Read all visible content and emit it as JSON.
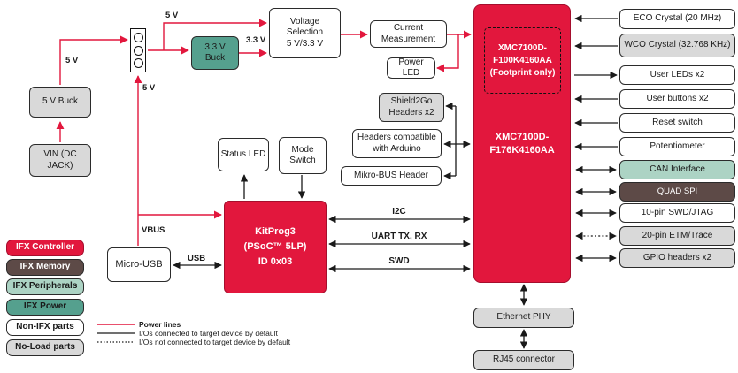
{
  "colors": {
    "red": "#E2173D",
    "red_dark": "#A50E2D",
    "maroon": "#5D4A47",
    "teal": "#55A08E",
    "teal_light": "#ACD3C4",
    "gray": "#D9D9D9",
    "wire_black": "#1a1a1a"
  },
  "blocks": {
    "vin": {
      "label": "VIN (DC JACK)"
    },
    "buck5": {
      "label": "5 V Buck"
    },
    "buck33": {
      "label": "3.3 V Buck"
    },
    "voltage_selection": {
      "line1": "Voltage Selection",
      "line2": "5 V/3.3 V"
    },
    "current_measurement": {
      "line1": "Current",
      "line2": "Measurement"
    },
    "power_led": {
      "label": "Power LED"
    },
    "status_led": {
      "label": "Status LED"
    },
    "mode_switch": {
      "line1": "Mode",
      "line2": "Switch"
    },
    "kitprog": {
      "line1": "KitProg3",
      "line2": "(PSoC™ 5LP)",
      "line3": "ID 0x03"
    },
    "micro_usb": {
      "label": "Micro-USB"
    },
    "shield2go": {
      "line1": "Shield2Go",
      "line2": "Headers x2"
    },
    "arduino_headers": {
      "line1": "Headers compatible",
      "line2": "with Arduino"
    },
    "mikrobus": {
      "label": "Mikro-BUS Header"
    },
    "mcu": {
      "footprint": {
        "line1": "XMC7100D-",
        "line2": "F100K4160AA",
        "line3": "(Footprint only)"
      },
      "main": {
        "line1": "XMC7100D-",
        "line2": "F176K4160AA"
      }
    },
    "ethernet_phy": {
      "label": "Ethernet PHY"
    },
    "rj45": {
      "label": "RJ45 connector"
    }
  },
  "right_column": {
    "items": [
      {
        "label": "ECO Crystal (20 MHz)",
        "fill": "white",
        "arrow": "to-mcu"
      },
      {
        "label": "WCO Crystal (32.768 KHz)",
        "fill": "gray",
        "arrow": "to-mcu"
      },
      {
        "label": "User LEDs x2",
        "fill": "white",
        "arrow": "to-box"
      },
      {
        "label": "User buttons x2",
        "fill": "white",
        "arrow": "to-mcu"
      },
      {
        "label": "Reset switch",
        "fill": "white",
        "arrow": "to-mcu"
      },
      {
        "label": "Potentiometer",
        "fill": "white",
        "arrow": "to-mcu"
      },
      {
        "label": "CAN Interface",
        "fill": "teal_light",
        "arrow": "both"
      },
      {
        "label": "QUAD SPI",
        "fill": "maroon",
        "arrow": "both"
      },
      {
        "label": "10-pin SWD/JTAG",
        "fill": "white",
        "arrow": "both"
      },
      {
        "label": "20-pin ETM/Trace",
        "fill": "gray",
        "arrow": "both-dotted"
      },
      {
        "label": "GPIO headers x2",
        "fill": "gray",
        "arrow": "both"
      }
    ]
  },
  "wire_labels": {
    "v5_buck": "5 V",
    "v5_top": "5 V",
    "v5_vbus": "5 V",
    "v33": "3.3 V",
    "vbus": "VBUS",
    "usb": "USB",
    "i2c": "I2C",
    "uart": "UART TX, RX",
    "swd": "SWD"
  },
  "legend": {
    "boxes": [
      {
        "label": "IFX Controller",
        "fill": "red"
      },
      {
        "label": "IFX Memory",
        "fill": "maroon"
      },
      {
        "label": "IFX Peripherals",
        "fill": "teal_light"
      },
      {
        "label": "IFX Power",
        "fill": "teal"
      },
      {
        "label": "Non-IFX parts",
        "fill": "white"
      },
      {
        "label": "No-Load parts",
        "fill": "gray"
      }
    ],
    "lines": [
      {
        "label": "Power lines",
        "style": "red-solid"
      },
      {
        "label": "I/Os connected to target device by default",
        "style": "black-solid"
      },
      {
        "label": "I/Os not connected to target device by default",
        "style": "black-dotted"
      }
    ]
  }
}
